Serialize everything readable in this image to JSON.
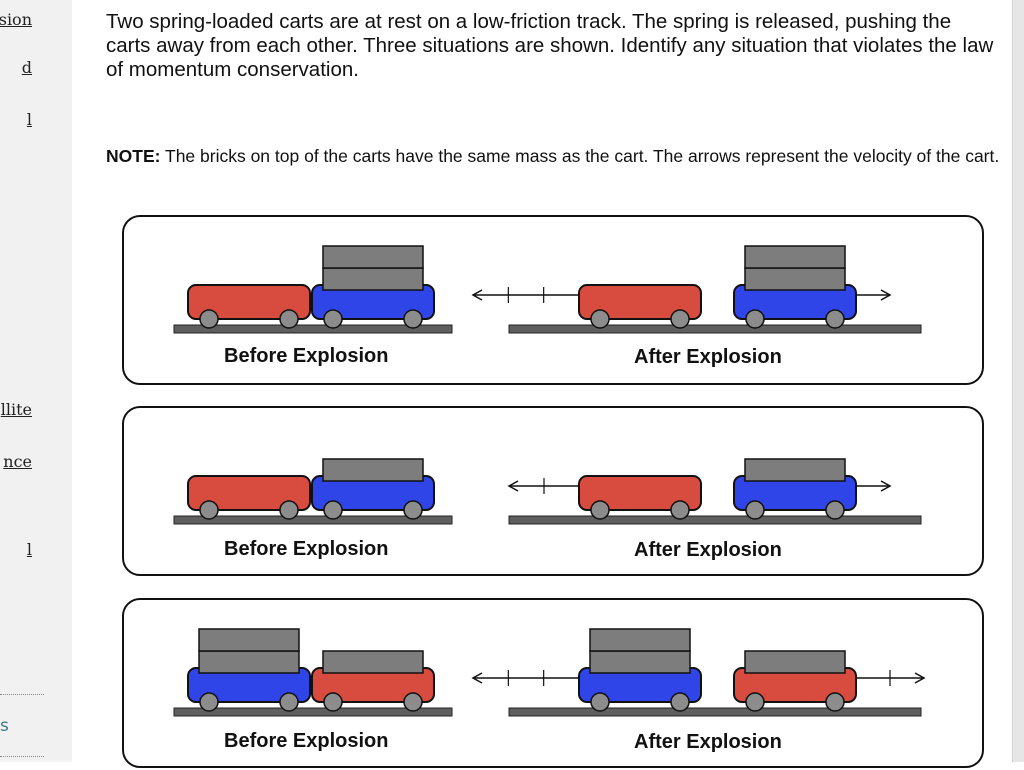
{
  "sidebar": {
    "items": [
      {
        "label": "rsion"
      },
      {
        "label": "d"
      },
      {
        "label": "l"
      },
      {
        "label": "llite"
      },
      {
        "label": "nce"
      },
      {
        "label": "l"
      }
    ],
    "bottom_label": "s"
  },
  "question": {
    "text": "Two spring-loaded carts are at rest on a low-friction track. The spring is released, pushing the carts away from each other. Three situations are shown. Identify any situation that violates the law of momentum conservation."
  },
  "note": {
    "label": "NOTE:",
    "text": " The bricks on top of the carts have the same mass as the cart. The arrows represent the velocity of the cart."
  },
  "colors": {
    "red_cart": "#d84c3f",
    "blue_cart": "#2f45e8",
    "brick": "#7d7d7d",
    "track": "#5f5f5f",
    "wheel": "#8c8c8c"
  },
  "panels": [
    {
      "before_label": "Before Explosion",
      "after_label": "After Explosion",
      "before": {
        "left_cart": "red",
        "left_bricks": 0,
        "right_cart": "blue",
        "right_bricks": 2
      },
      "after": {
        "left_cart": "red",
        "left_bricks": 0,
        "left_velocity_ticks": 2,
        "right_cart": "blue",
        "right_bricks": 2,
        "right_velocity_ticks": 0
      }
    },
    {
      "before_label": "Before Explosion",
      "after_label": "After Explosion",
      "before": {
        "left_cart": "red",
        "left_bricks": 0,
        "right_cart": "blue",
        "right_bricks": 1
      },
      "after": {
        "left_cart": "red",
        "left_bricks": 0,
        "left_velocity_ticks": 1,
        "right_cart": "blue",
        "right_bricks": 1,
        "right_velocity_ticks": 0
      }
    },
    {
      "before_label": "Before Explosion",
      "after_label": "After Explosion",
      "before": {
        "left_cart": "blue",
        "left_bricks": 2,
        "right_cart": "red",
        "right_bricks": 1
      },
      "after": {
        "left_cart": "blue",
        "left_bricks": 2,
        "left_velocity_ticks": 2,
        "right_cart": "red",
        "right_bricks": 1,
        "right_velocity_ticks": 1
      }
    }
  ]
}
